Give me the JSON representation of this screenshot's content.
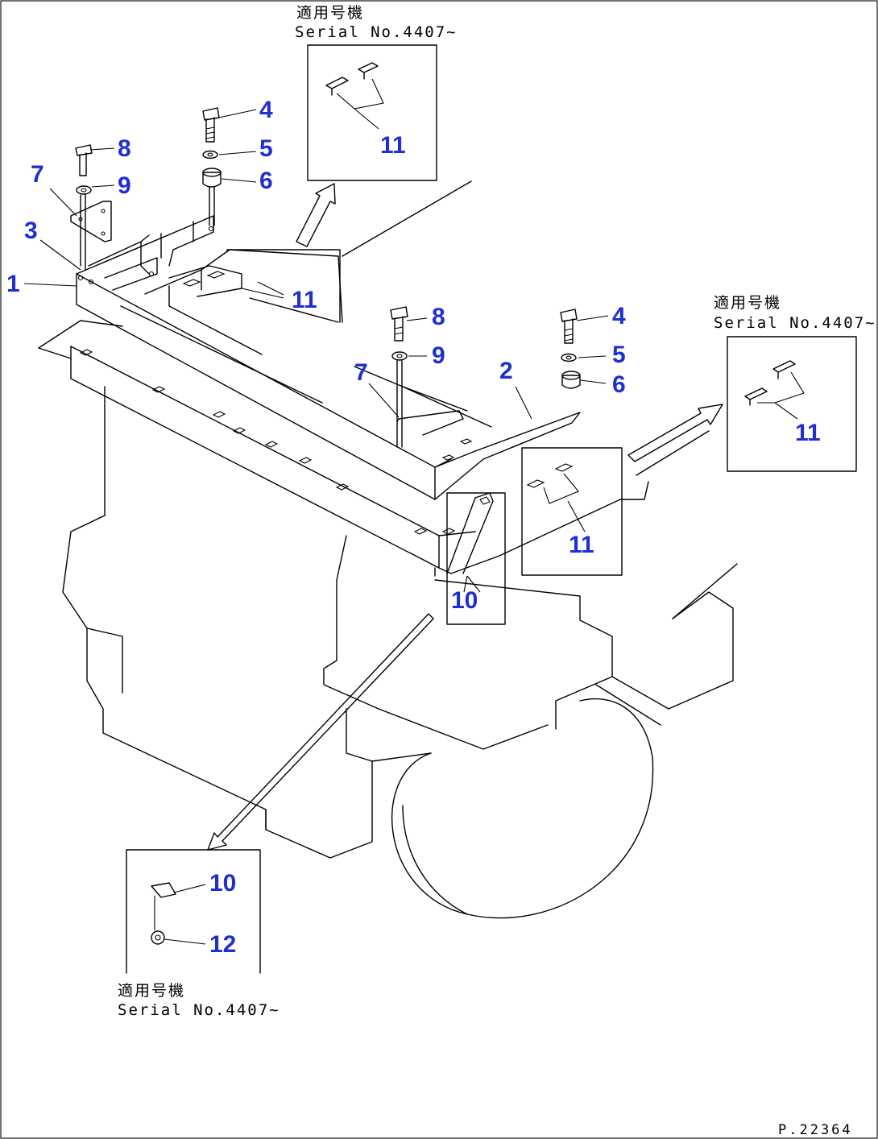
{
  "callouts": [
    {
      "id": "c1",
      "text": "1"
    },
    {
      "id": "c2",
      "text": "2"
    },
    {
      "id": "c3",
      "text": "3"
    },
    {
      "id": "c4a",
      "text": "4"
    },
    {
      "id": "c5a",
      "text": "5"
    },
    {
      "id": "c6a",
      "text": "6"
    },
    {
      "id": "c7a",
      "text": "7"
    },
    {
      "id": "c8a",
      "text": "8"
    },
    {
      "id": "c9a",
      "text": "9"
    },
    {
      "id": "c4b",
      "text": "4"
    },
    {
      "id": "c5b",
      "text": "5"
    },
    {
      "id": "c6b",
      "text": "6"
    },
    {
      "id": "c7b",
      "text": "7"
    },
    {
      "id": "c8b",
      "text": "8"
    },
    {
      "id": "c9b",
      "text": "9"
    },
    {
      "id": "c10a",
      "text": "10"
    },
    {
      "id": "c11a",
      "text": "11"
    },
    {
      "id": "c11b",
      "text": "11"
    },
    {
      "id": "c11c",
      "text": "11"
    },
    {
      "id": "c11d",
      "text": "11"
    },
    {
      "id": "c10b",
      "text": "10"
    },
    {
      "id": "c12",
      "text": "12"
    }
  ],
  "notes": {
    "top": {
      "jp": "適用号機",
      "serial": "Serial No.4407~"
    },
    "right": {
      "jp": "適用号機",
      "serial": "Serial No.4407~"
    },
    "bottom": {
      "jp": "適用号機",
      "serial": "Serial No.4407~"
    }
  },
  "drawing_code": "P.22364"
}
